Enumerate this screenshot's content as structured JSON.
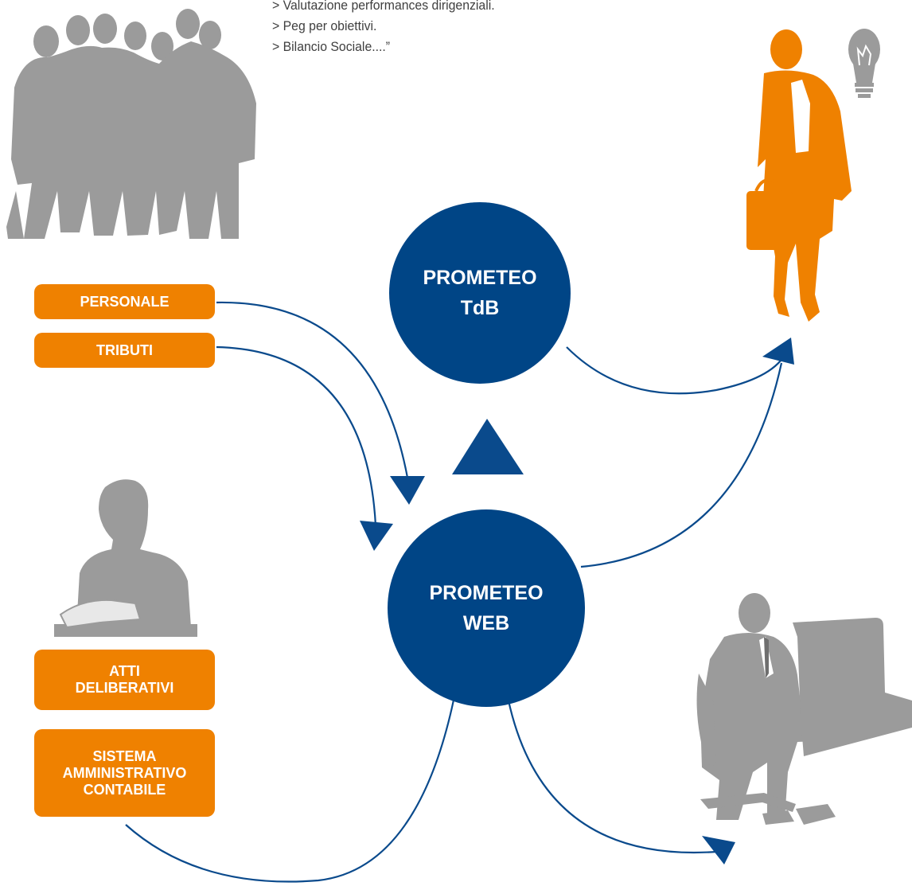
{
  "quote": {
    "lines": [
      "> Valutazione performances dirigenziali.",
      "> Peg per obiettivi.",
      "> Bilancio Sociale....”"
    ]
  },
  "modules": [
    {
      "lines": [
        "PERSONALE"
      ]
    },
    {
      "lines": [
        "TRIBUTI"
      ]
    },
    {
      "lines": [
        "ATTI",
        "DELIBERATIVI"
      ]
    },
    {
      "lines": [
        "SISTEMA",
        "AMMINISTRATIVO",
        "CONTABILE"
      ]
    }
  ],
  "hubs": {
    "tdb": {
      "lines": [
        "PROMETEO",
        "TdB"
      ]
    },
    "web": {
      "lines": [
        "PROMETEO",
        "WEB"
      ]
    }
  },
  "figures": {
    "team": "group-of-people-silhouette",
    "executive": "businesswoman-with-lightbulb-silhouette",
    "clerk": "person-reading-document-silhouette",
    "operator": "man-at-computer-silhouette"
  },
  "colors": {
    "module_orange": "#ef8100",
    "hub_blue": "#004586",
    "arrow_blue": "#0a4a8c",
    "silhouette_grey": "#9b9b9b",
    "executive_orange": "#ef8100"
  }
}
